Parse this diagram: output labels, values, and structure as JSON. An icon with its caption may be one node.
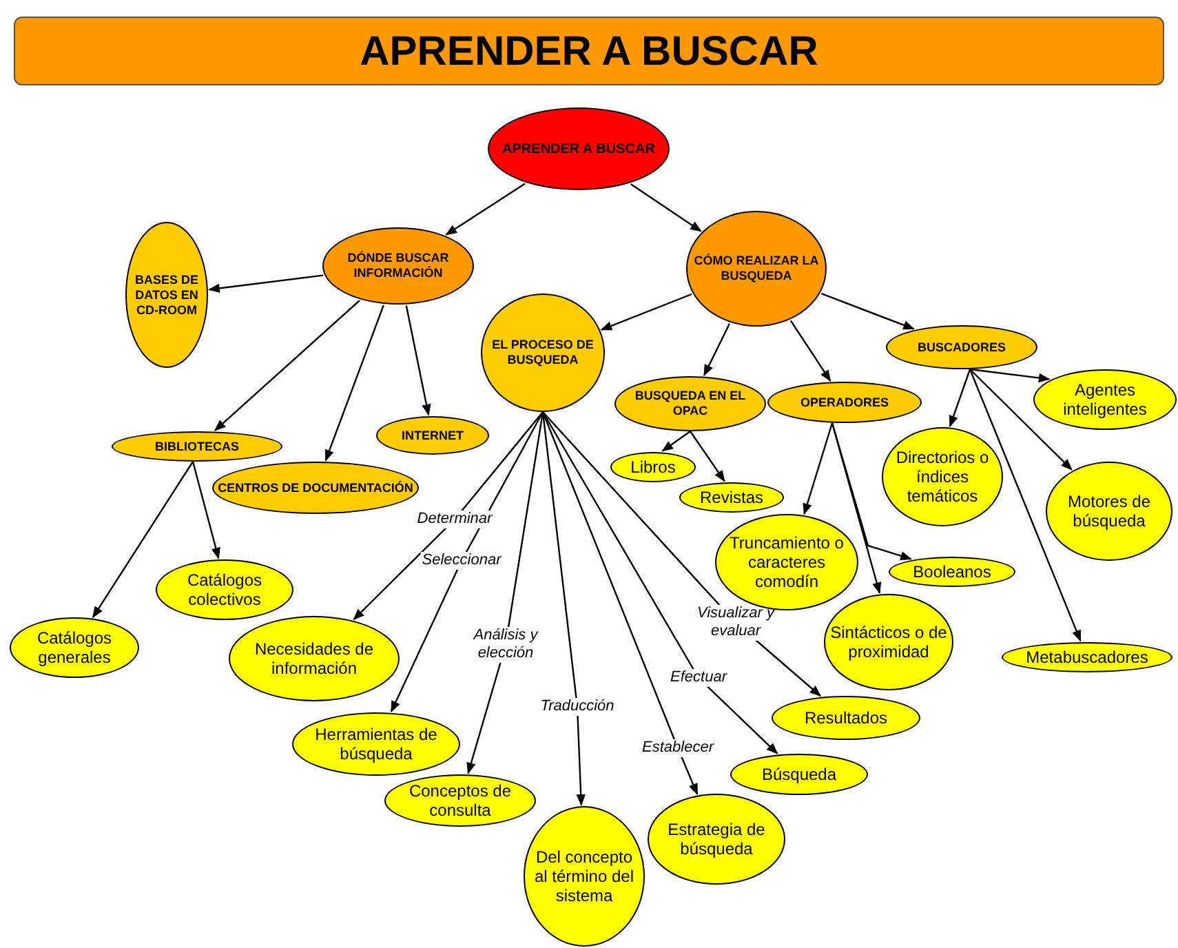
{
  "diagram": {
    "title": "APRENDER A BUSCAR",
    "nodes": [
      {
        "text": [
          "APRENDER A BUSCAR"
        ]
      },
      {
        "text": [
          "DÓNDE BUSCAR INFORMACIÓN"
        ]
      },
      {
        "text": [
          "CÓMO REALIZAR LA BUSQUEDA"
        ]
      },
      {
        "text": [
          "BASES DE DATOS EN CD-ROOM"
        ]
      },
      {
        "text": [
          "EL PROCESO DE BUSQUEDA"
        ]
      },
      {
        "text": [
          "BIBLIOTECAS"
        ]
      },
      {
        "text": [
          "CENTROS DE DOCUMENTACIÓN"
        ]
      },
      {
        "text": [
          "INTERNET"
        ]
      },
      {
        "text": [
          "BUSQUEDA EN EL OPAC"
        ]
      },
      {
        "text": [
          "OPERADORES"
        ]
      },
      {
        "text": [
          "BUSCADORES"
        ]
      },
      {
        "text": [
          "Agentes inteligentes"
        ]
      },
      {
        "text": [
          "Libros"
        ]
      },
      {
        "text": [
          "Revistas"
        ]
      },
      {
        "text": [
          "Directorios o índices temáticos"
        ]
      },
      {
        "text": [
          "Motores de búsqueda"
        ]
      },
      {
        "text": [
          "Truncamiento o caracteres comodín"
        ]
      },
      {
        "text": [
          "Booleanos"
        ]
      },
      {
        "text": [
          "Sintácticos o de proximidad"
        ]
      },
      {
        "text": [
          "Metabuscadores"
        ]
      },
      {
        "text": [
          "Catálogos colectivos"
        ]
      },
      {
        "text": [
          "Catálogos generales"
        ]
      },
      {
        "text": [
          "Necesidades de información"
        ]
      },
      {
        "text": [
          "Herramientas de búsqueda"
        ]
      },
      {
        "text": [
          "Conceptos de consulta"
        ]
      },
      {
        "text": [
          "Del concepto al término del sistema"
        ]
      },
      {
        "text": [
          "Resultados"
        ]
      },
      {
        "text": [
          "Búsqueda"
        ]
      },
      {
        "text": [
          "Estrategia de búsqueda"
        ]
      }
    ],
    "edges": [
      {
        "from": 0,
        "to": 1,
        "arrow": "to"
      },
      {
        "from": 0,
        "to": 2,
        "arrow": "to"
      },
      {
        "from": 1,
        "to": 3,
        "arrow": "to"
      },
      {
        "from": 1,
        "to": 5,
        "arrow": "to"
      },
      {
        "from": 1,
        "to": 6,
        "arrow": "to"
      },
      {
        "from": 1,
        "to": 7,
        "arrow": "to"
      },
      {
        "from": 2,
        "to": 4,
        "arrow": "to"
      },
      {
        "from": 2,
        "to": 8,
        "arrow": "to"
      },
      {
        "from": 2,
        "to": 9,
        "arrow": "to"
      },
      {
        "from": 2,
        "to": 10,
        "arrow": "to"
      },
      {
        "from": 10,
        "to": 11,
        "arrow": "to"
      },
      {
        "from": 8,
        "to": 12,
        "arrow": "to"
      },
      {
        "from": 8,
        "to": 13,
        "arrow": "to"
      },
      {
        "from": 9,
        "to": 16,
        "arrow": "to"
      },
      {
        "from": 9,
        "to": 17,
        "arrow": "to"
      },
      {
        "from": 9,
        "to": 18,
        "arrow": "to"
      },
      {
        "from": 10,
        "to": 14,
        "arrow": "to"
      },
      {
        "from": 10,
        "to": 15,
        "arrow": "to"
      },
      {
        "from": 10,
        "to": 19,
        "arrow": "to"
      },
      {
        "from": 5,
        "to": 21,
        "arrow": "to"
      },
      {
        "from": 5,
        "to": 20,
        "arrow": "to"
      },
      {
        "from": 4,
        "to": 22,
        "label": "Determinar",
        "arrow": "to"
      },
      {
        "from": 4,
        "to": 23,
        "label": "Seleccionar",
        "arrow": "to"
      },
      {
        "from": 4,
        "to": 24,
        "label": "Análisis y elección",
        "arrow": "to"
      },
      {
        "from": 4,
        "to": 25,
        "label": "Traducción",
        "arrow": "to"
      },
      {
        "from": 4,
        "to": 28,
        "label": "Establecer",
        "arrow": "to"
      },
      {
        "from": 4,
        "to": 27,
        "label": "Efectuar",
        "arrow": "to"
      },
      {
        "from": 4,
        "to": 26,
        "label": "Visualizar y evaluar",
        "arrow": "to"
      }
    ]
  }
}
